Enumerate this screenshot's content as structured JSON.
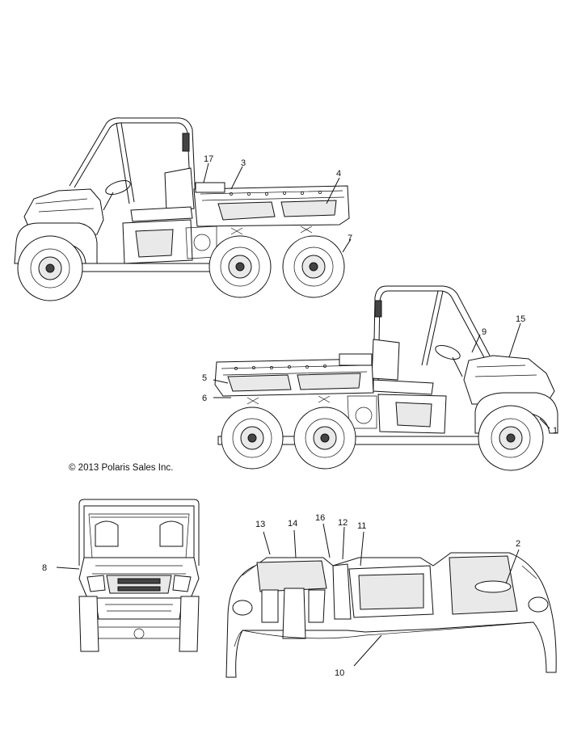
{
  "copyright": "© 2013 Polaris Sales Inc.",
  "callouts": {
    "c1": "1",
    "c2": "2",
    "c3": "3",
    "c4": "4",
    "c5": "5",
    "c6": "6",
    "c7": "7",
    "c8": "8",
    "c9": "9",
    "c10": "10",
    "c11": "11",
    "c12": "12",
    "c13": "13",
    "c14": "14",
    "c15": "15",
    "c16": "16",
    "c17": "17"
  }
}
